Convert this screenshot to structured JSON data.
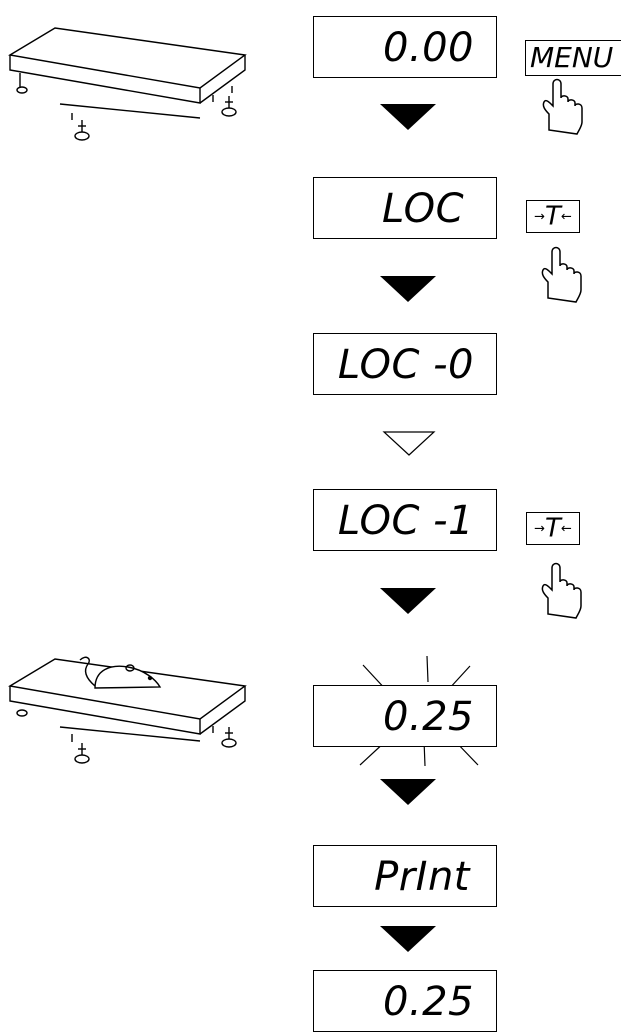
{
  "steps": [
    {
      "display": "0.00"
    },
    {
      "display": "LOC"
    },
    {
      "display": "LOC -0"
    },
    {
      "display": "LOC -1"
    },
    {
      "display": "0.25"
    },
    {
      "display": "PrInt"
    },
    {
      "display": "0.25"
    }
  ],
  "keys": {
    "menu_label": "MENU",
    "tare_label": "T",
    "tare_arrow_left": "→",
    "tare_arrow_right": "←"
  }
}
